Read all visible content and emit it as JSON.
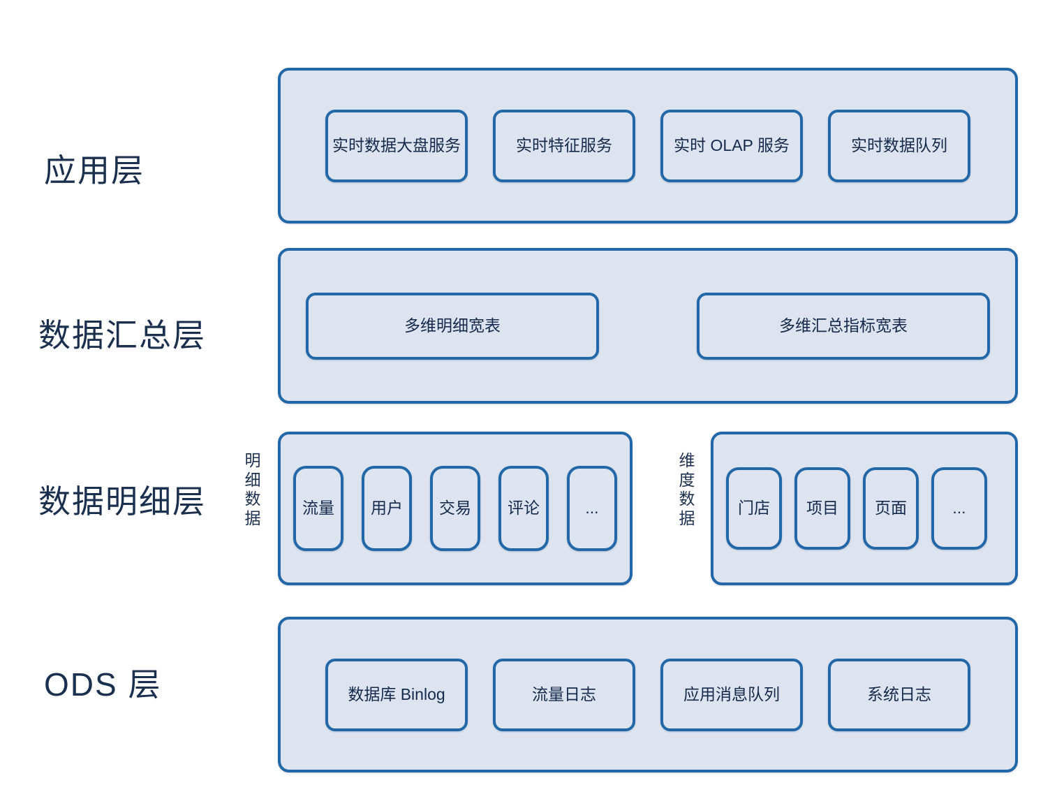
{
  "layers": {
    "app": {
      "label": "应用层",
      "boxes": [
        "实时数据大盘服务",
        "实时特征服务",
        "实时 OLAP 服务",
        "实时数据队列"
      ]
    },
    "summary": {
      "label": "数据汇总层",
      "boxes": [
        "多维明细宽表",
        "多维汇总指标宽表"
      ]
    },
    "detail": {
      "label": "数据明细层",
      "groups": {
        "fact": {
          "label": "明细数据",
          "boxes": [
            "流量",
            "用户",
            "交易",
            "评论",
            "..."
          ]
        },
        "dim": {
          "label": "维度数据",
          "boxes": [
            "门店",
            "项目",
            "页面",
            "..."
          ]
        }
      }
    },
    "ods": {
      "label": "ODS 层",
      "boxes": [
        "数据库 Binlog",
        "流量日志",
        "应用消息队列",
        "系统日志"
      ]
    }
  },
  "colors": {
    "border": "#2267a7",
    "fill": "#dde4f0",
    "text": "#182c4e"
  }
}
